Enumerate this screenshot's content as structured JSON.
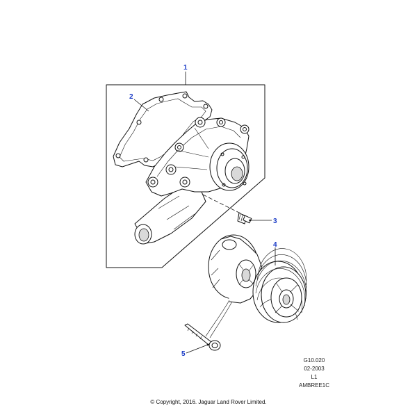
{
  "callouts": [
    {
      "id": "1",
      "label": "1"
    },
    {
      "id": "2",
      "label": "2"
    },
    {
      "id": "3",
      "label": "3"
    },
    {
      "id": "4",
      "label": "4"
    },
    {
      "id": "5",
      "label": "5"
    }
  ],
  "reference": {
    "code": "G10.020",
    "date": "02-2003",
    "level": "L1",
    "illustration_id": "AMBREE1C"
  },
  "copyright": "© Copyright, 2016. Jaguar Land Rover Limited.",
  "colors": {
    "callout": "#1a3bc7",
    "line": "#111111"
  }
}
